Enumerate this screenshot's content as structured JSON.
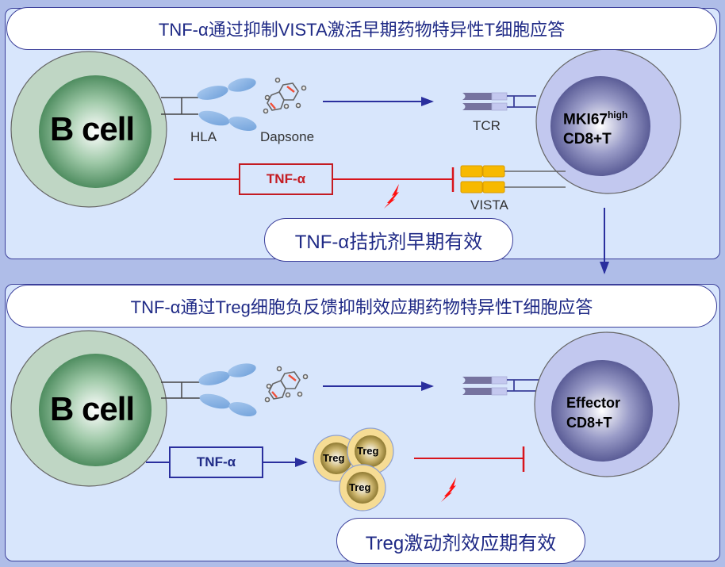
{
  "panel_top": {
    "title": "TNF-α通过抑制VISTA激活早期药物特异性T细胞应答",
    "b_cell_label": "B cell",
    "hla_label": "HLA",
    "dapsone_label": "Dapsone",
    "tcr_label": "TCR",
    "vista_label": "VISTA",
    "t_cell_label_main": "MKI67",
    "t_cell_label_sup": "high",
    "t_cell_label_line2": "CD8+T",
    "tnf_box_label": "TNF-α",
    "conclusion": "TNF-α拮抗剂早期有效"
  },
  "panel_bottom": {
    "title": "TNF-α通过Treg细胞负反馈抑制效应期药物特异性T细胞应答",
    "b_cell_label": "B cell",
    "t_cell_label_line1": "Effector",
    "t_cell_label_line2": "CD8+T",
    "tnf_box_label": "TNF-α",
    "treg_labels": [
      "Treg",
      "Treg",
      "Treg"
    ],
    "conclusion": "Treg激动剂效应期有效"
  },
  "colors": {
    "background": "#afbde8",
    "panel_fill": "#d8e6fc",
    "border": "#3b3f9a",
    "title_text": "#1f2a86",
    "inhibit_red": "#d8141c",
    "activate_blue": "#2a2f9e",
    "vista_yellow": "#f7b900",
    "b_cell_green": "#5f9a6e",
    "t_cell_purple": "#6d6fa8",
    "treg_gold": "#f4d98a"
  }
}
